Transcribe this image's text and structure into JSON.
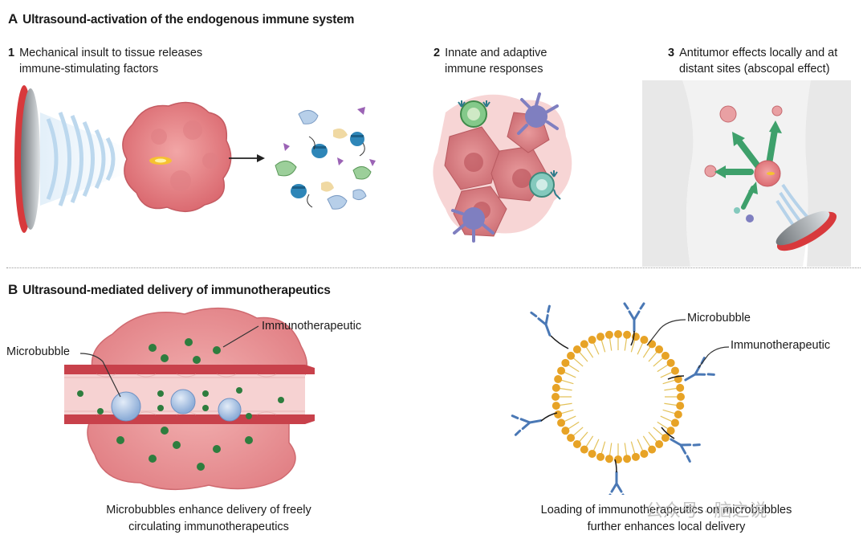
{
  "panel_a": {
    "letter": "A",
    "title": "Ultrasound-activation of the endogenous immune system",
    "steps": [
      {
        "num": "1",
        "line1": "Mechanical insult to tissue releases",
        "line2": "immune-stimulating factors"
      },
      {
        "num": "2",
        "line1": "Innate and adaptive",
        "line2": "immune responses"
      },
      {
        "num": "3",
        "line1": "Antitumor effects locally and at",
        "line2": "distant sites (abscopal effect)"
      }
    ]
  },
  "panel_b": {
    "letter": "B",
    "title": "Ultrasound-mediated delivery of immunotherapeutics",
    "labels": {
      "microbubble_left": "Microbubble",
      "immuno_left": "Immunotherapeutic",
      "microbubble_right": "Microbubble",
      "immuno_right": "Immunotherapeutic"
    },
    "captions": {
      "left_line1": "Microbubbles enhance delivery of freely",
      "left_line2": "circulating immunotherapeutics",
      "right_line1": "Loading of immunotherapeutics on microbubbles",
      "right_line2": "further enhances local delivery"
    }
  },
  "watermark": "公众号 · 脑之说",
  "colors": {
    "tumor": "#e9868a",
    "tumor_dark": "#d06a70",
    "vessel": "#c8414b",
    "bubble": "#a9c2e6",
    "drug": "#2e7d3e",
    "lipid": "#e7a326",
    "antibody": "#4a78b5",
    "transducer": "#d8393c"
  }
}
